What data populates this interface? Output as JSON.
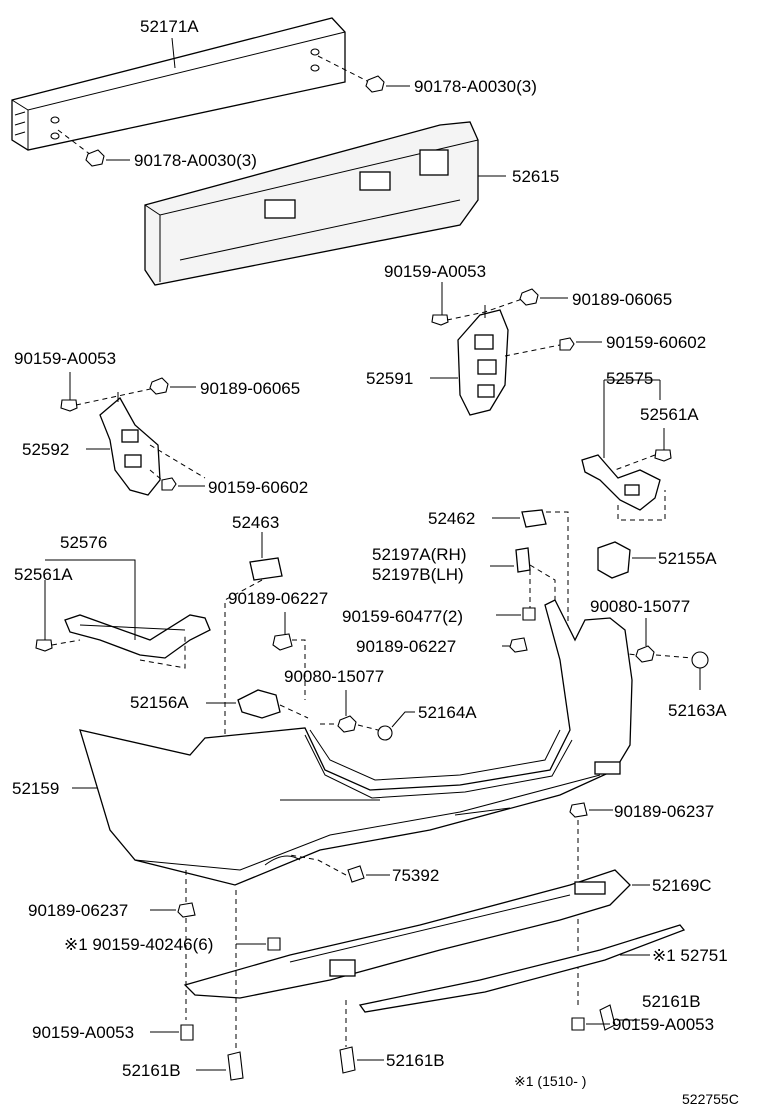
{
  "labels": {
    "l52171A": "52171A",
    "l90178a": "90178-A0030(3)",
    "l90178b": "90178-A0030(3)",
    "l52615": "52615",
    "l90159_a0053_r": "90159-A0053",
    "l90189_06065_r": "90189-06065",
    "l90159_60602_r": "90159-60602",
    "l52591": "52591",
    "l90159_a0053_l": "90159-A0053",
    "l90189_06065_l": "90189-06065",
    "l52592": "52592",
    "l90159_60602_l": "90159-60602",
    "l52575": "52575",
    "l52561A_r": "52561A",
    "l52462": "52462",
    "l52463": "52463",
    "l52576": "52576",
    "l52561A_l": "52561A",
    "l52197A": "52197A(RH)",
    "l52197B": "52197B(LH)",
    "l52155A": "52155A",
    "l90189_06227_l": "90189-06227",
    "l90159_60477": "90159-60477(2)",
    "l90080_15077_r": "90080-15077",
    "l90189_06227_r": "90189-06227",
    "l90080_15077_c": "90080-15077",
    "l52156A": "52156A",
    "l52164A": "52164A",
    "l52163A": "52163A",
    "l52159": "52159",
    "l90189_06237_r": "90189-06237",
    "l75392": "75392",
    "l52169C": "52169C",
    "l90189_06237_l": "90189-06237",
    "l90159_40246": "※1 90159-40246(6)",
    "l52751": "※1 52751",
    "l90159_a0053_bl": "90159-A0053",
    "l52161B_r": "52161B",
    "l90159_a0053_br": "90159-A0053",
    "l52161B_l": "52161B",
    "l52161B_c": "52161B",
    "footnote": "※1 (1510-      )",
    "diagram_code": "522755C"
  }
}
